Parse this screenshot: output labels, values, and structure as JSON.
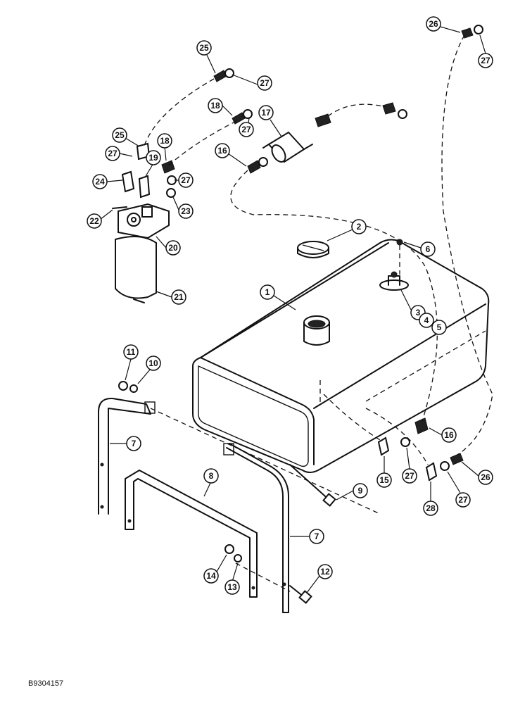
{
  "figure_id": "B9304157",
  "callouts": [
    {
      "label": "1"
    },
    {
      "label": "2"
    },
    {
      "label": "3"
    },
    {
      "label": "4"
    },
    {
      "label": "5"
    },
    {
      "label": "6"
    },
    {
      "label": "7"
    },
    {
      "label": "7"
    },
    {
      "label": "8"
    },
    {
      "label": "9"
    },
    {
      "label": "10"
    },
    {
      "label": "11"
    },
    {
      "label": "12"
    },
    {
      "label": "13"
    },
    {
      "label": "14"
    },
    {
      "label": "15"
    },
    {
      "label": "16"
    },
    {
      "label": "16"
    },
    {
      "label": "17"
    },
    {
      "label": "18"
    },
    {
      "label": "18"
    },
    {
      "label": "19"
    },
    {
      "label": "20"
    },
    {
      "label": "21"
    },
    {
      "label": "22"
    },
    {
      "label": "23"
    },
    {
      "label": "24"
    },
    {
      "label": "25"
    },
    {
      "label": "25"
    },
    {
      "label": "26"
    },
    {
      "label": "26"
    },
    {
      "label": "27"
    },
    {
      "label": "27"
    },
    {
      "label": "27"
    },
    {
      "label": "27"
    },
    {
      "label": "27"
    },
    {
      "label": "27"
    },
    {
      "label": "27"
    },
    {
      "label": "28"
    }
  ]
}
